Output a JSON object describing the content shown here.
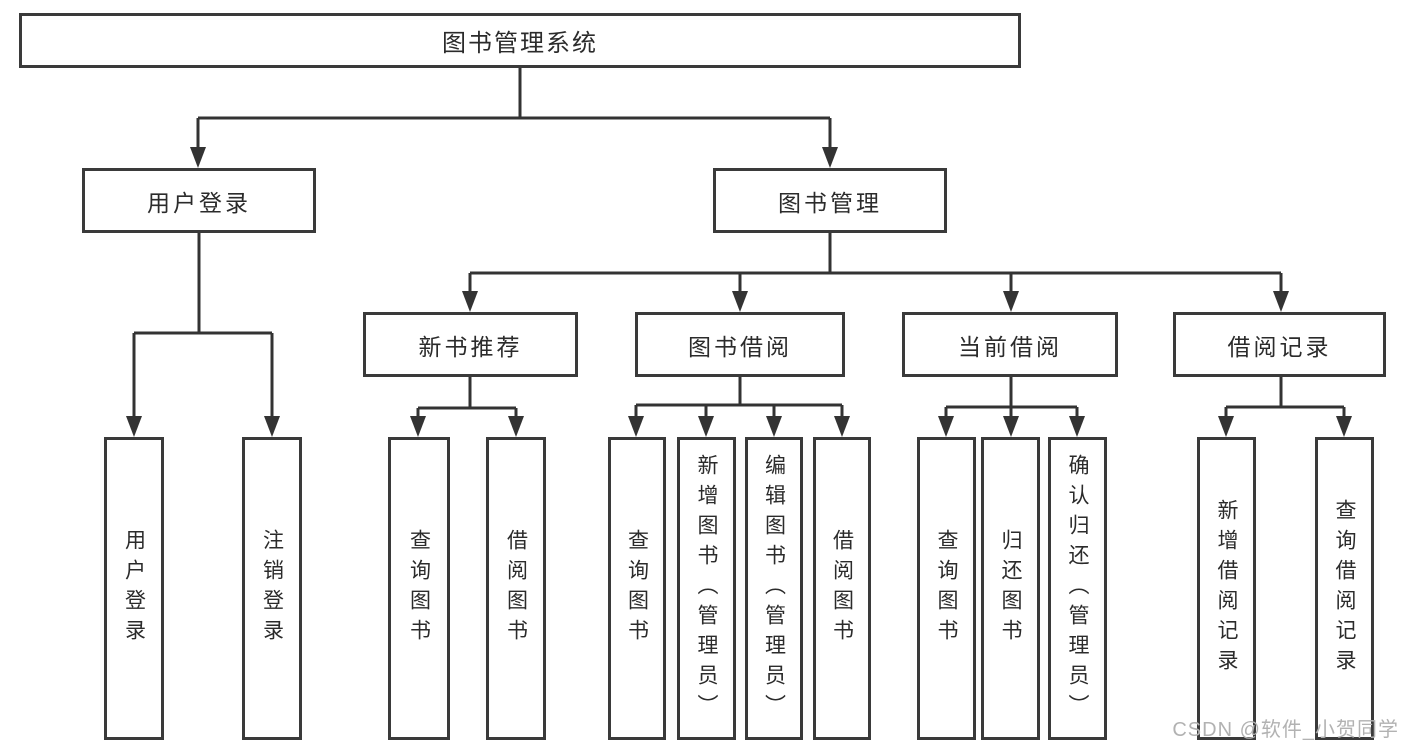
{
  "diagram": {
    "tree": {
      "root": {
        "label": "图书管理系统"
      },
      "branches": [
        {
          "label": "用户登录",
          "children": [
            {
              "label": "用户登录"
            },
            {
              "label": "注销登录"
            }
          ]
        },
        {
          "label": "图书管理",
          "children": [
            {
              "label": "新书推荐",
              "children": [
                {
                  "label": "查询图书"
                },
                {
                  "label": "借阅图书"
                }
              ]
            },
            {
              "label": "图书借阅",
              "children": [
                {
                  "label": "查询图书"
                },
                {
                  "label": "新增图书（管理员）"
                },
                {
                  "label": "编辑图书（管理员）"
                },
                {
                  "label": "借阅图书"
                }
              ]
            },
            {
              "label": "当前借阅",
              "children": [
                {
                  "label": "查询图书"
                },
                {
                  "label": "归还图书"
                },
                {
                  "label": "确认归还（管理员）"
                }
              ]
            },
            {
              "label": "借阅记录",
              "children": [
                {
                  "label": "新增借阅记录"
                },
                {
                  "label": "查询借阅记录"
                }
              ]
            }
          ]
        }
      ]
    },
    "colors": {
      "line": "#333333",
      "box_border": "#3a3a3a",
      "text": "#2b2b2b",
      "watermark": "#b2b2b2",
      "background": "#ffffff"
    }
  },
  "watermark": {
    "text": "CSDN @软件_小贺同学"
  }
}
